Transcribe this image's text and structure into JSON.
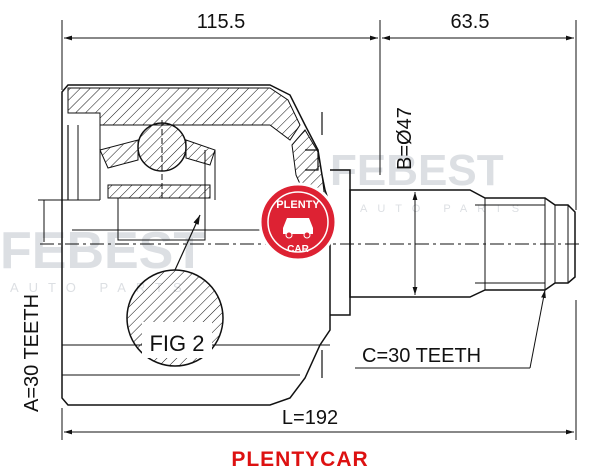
{
  "dimensions": {
    "top_left": "115.5",
    "top_right": "63.5",
    "diameter": "B=Ø47",
    "outer_teeth": "A=30 TEETH",
    "shaft_teeth": "C=30 TEETH",
    "total_length": "L=192"
  },
  "figure_label": "FIG 2",
  "watermark": {
    "word": "FEBEST",
    "tagline": "AUTO PARTS",
    "badge_top": "PLENTY",
    "badge_bottom": "CAR"
  },
  "brand": "PLENTYCAR",
  "colors": {
    "line": "#111111",
    "brand": "#dd1111",
    "badge": "#dd2233",
    "watermark": "#9aa4b0"
  }
}
